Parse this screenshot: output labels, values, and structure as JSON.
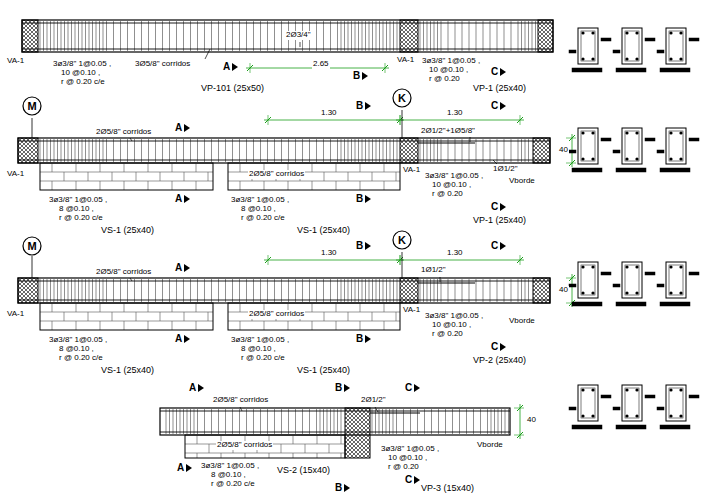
{
  "diagram": {
    "nodes": [
      {
        "text": [
          "M"
        ]
      },
      {
        "text": [
          "K"
        ]
      },
      {
        "text": [
          "M"
        ]
      },
      {
        "text": [
          "K"
        ]
      }
    ],
    "labels": [
      "2Ø3/4\"",
      "VA-1",
      "3ø3/8\" 1@0.05 ,",
      "10 @0.10 ,",
      "r @ 0.20 c/e",
      "3Ø5/8\" corridos",
      "A",
      "2.65",
      "B",
      "VA-1",
      "VP-101 (25x50)",
      "3ø3/8\" 1@0.05 ,",
      "10 @0.10 ,",
      "r @ 0.20",
      "C",
      "VP-1 (25x40)",
      "B",
      "C",
      "1.30",
      "1.30",
      "A",
      "2Ø5/8\" corridos",
      "2Ø1/2\"+1Ø5/8\"",
      "40",
      "2Ø5/8\" corridos",
      "VA-1",
      "VA-1",
      "1Ø1/2\"",
      "Vborde",
      "3ø3/8\" 1@0.05 ,",
      "10 @0.10 ,",
      "r @ 0.20",
      "3ø3/8\" 1@0.05 ,",
      "8 @0.10 ,",
      "r @ 0.20 c/e",
      "A",
      "3ø3/8\" 1@0.05 ,",
      "8 @0.10 ,",
      "r @ 0.20 c/e",
      "B",
      "C",
      "VP-1 (25x40)",
      "VS-1 (25x40)",
      "VS-1 (25x40)",
      "B",
      "C",
      "1.30",
      "1.30",
      "A",
      "2Ø5/8\" corridos",
      "1Ø1/2\"",
      "40",
      "2Ø5/8\" corridos",
      "VA-1",
      "VA-1",
      "Vborde",
      "3ø3/8\" 1@0.05 ,",
      "10 @0.10 ,",
      "r @ 0.20",
      "3ø3/8\" 1@0.05 ,",
      "8 @0.10 ,",
      "r @ 0.20 c/e",
      "A",
      "3ø3/8\" 1@0.05 ,",
      "8 @0.10 ,",
      "r @ 0.20 c/e",
      "B",
      "C",
      "VP-2 (25x40)",
      "VS-1 (25x40)",
      "VS-1 (25x40)",
      "A",
      "B",
      "C",
      "2Ø5/8\" corridos",
      "2Ø1/2\"",
      "40",
      "2Ø5/8\" corridos",
      "Vborde",
      "3ø3/8\" 1@0.05 ,",
      "8 @0.10 ,",
      "r @ 0.20 c/e",
      "VS-2 (15x40)",
      "A",
      "B",
      "3ø3/8\" 1@0.05 ,",
      "10 @0.10 ,",
      "r @ 0.20",
      "C",
      "VP-3 (15x40)"
    ]
  }
}
